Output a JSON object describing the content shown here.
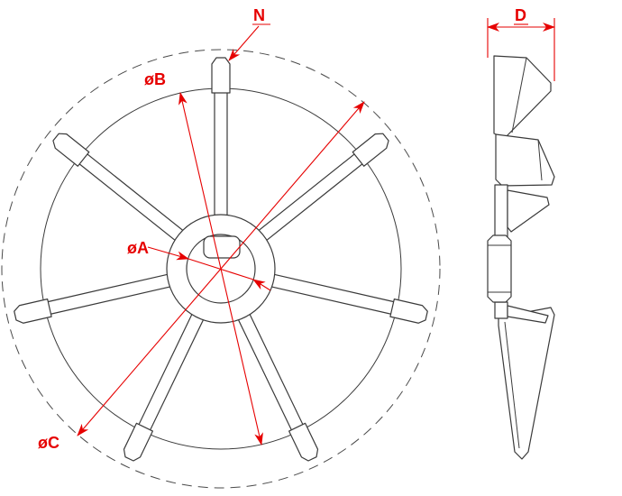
{
  "dimensions": {
    "n_label": "N",
    "dia_b": "øB",
    "dia_a": "øA",
    "dia_c": "øC",
    "d_label": "D"
  },
  "colors": {
    "dimension_red": "#e60000",
    "line": "#3a3a3a",
    "background": "#ffffff"
  }
}
